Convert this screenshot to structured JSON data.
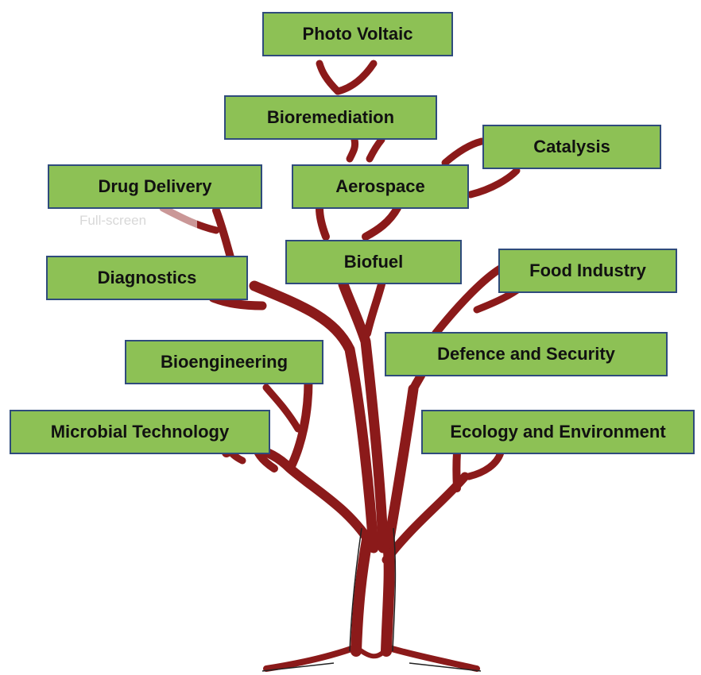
{
  "diagram": {
    "nodes": [
      {
        "id": "photo-voltaic",
        "label": "Photo Voltaic"
      },
      {
        "id": "bioremediation",
        "label": "Bioremediation"
      },
      {
        "id": "catalysis",
        "label": "Catalysis"
      },
      {
        "id": "drug-delivery",
        "label": "Drug Delivery"
      },
      {
        "id": "aerospace",
        "label": "Aerospace"
      },
      {
        "id": "diagnostics",
        "label": "Diagnostics"
      },
      {
        "id": "biofuel",
        "label": "Biofuel"
      },
      {
        "id": "food-industry",
        "label": "Food Industry"
      },
      {
        "id": "bioengineering",
        "label": "Bioengineering"
      },
      {
        "id": "defence-and-security",
        "label": "Defence and Security"
      },
      {
        "id": "microbial-technology",
        "label": "Microbial Technology"
      },
      {
        "id": "ecology-and-environment",
        "label": "Ecology and Environment"
      }
    ],
    "overlay_text": "Full-screen",
    "colors": {
      "box_fill": "#8dc155",
      "box_border": "#2f4b7c",
      "branch": "#8b1a1a",
      "outline": "#222222"
    }
  }
}
